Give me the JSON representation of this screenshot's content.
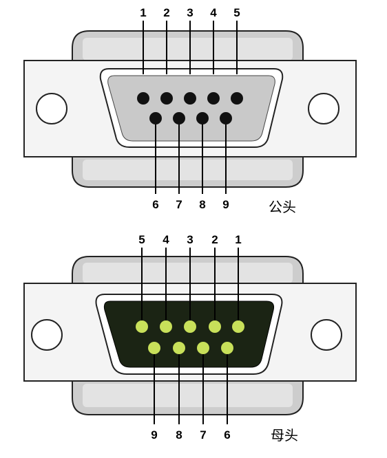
{
  "male": {
    "label": "公头",
    "top_pins": [
      "1",
      "2",
      "3",
      "4",
      "5"
    ],
    "bottom_pins": [
      "6",
      "7",
      "8",
      "9"
    ]
  },
  "female": {
    "label": "母头",
    "top_pins": [
      "5",
      "4",
      "3",
      "2",
      "1"
    ],
    "bottom_pins": [
      "9",
      "8",
      "7",
      "6"
    ]
  },
  "colors": {
    "frame_fill": "#f4f4f4",
    "frame_stroke": "#222222",
    "shell_fill": "#c8c8c8",
    "male_face": "#c9c9c9",
    "male_pin": "#111111",
    "female_face": "#1b2414",
    "female_pin": "#c8e05a"
  }
}
